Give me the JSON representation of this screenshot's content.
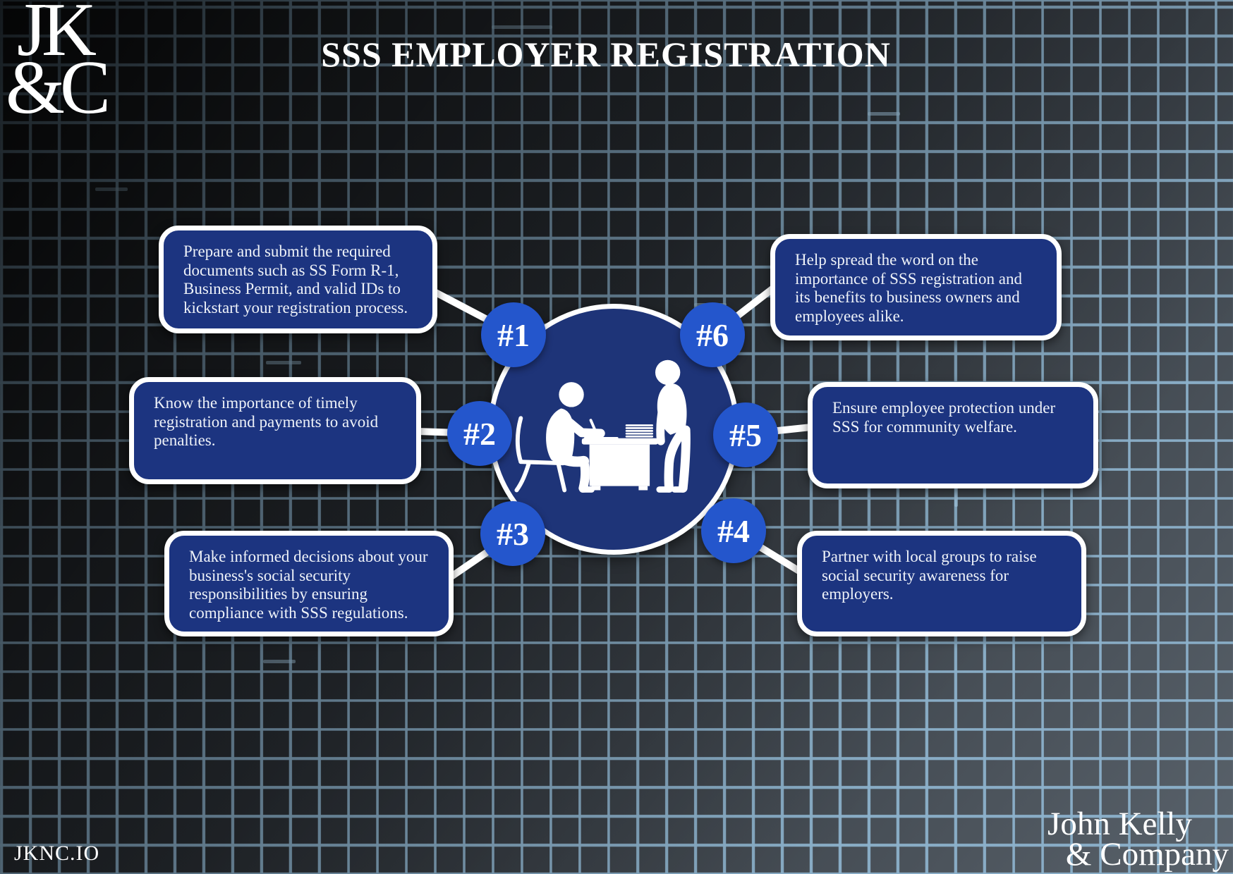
{
  "title": "SSS EMPLOYER REGISTRATION",
  "brand": {
    "monogram_line1": "JK",
    "monogram_line2": "&C",
    "website": "JKNC.IO",
    "company_line1": "John Kelly",
    "company_line2": "& Company"
  },
  "steps": [
    {
      "id": "#1",
      "text": "Prepare and submit the required documents such as SS Form R-1, Business Permit, and valid IDs to kickstart your registration process."
    },
    {
      "id": "#2",
      "text": "Know the importance of timely registration and payments to avoid penalties."
    },
    {
      "id": "#3",
      "text": "Make informed decisions about your business's social security responsibilities by ensuring compliance with SSS regulations."
    },
    {
      "id": "#4",
      "text": "Partner with local groups to raise social security awareness for employers."
    },
    {
      "id": "#5",
      "text": "Ensure employee protection under SSS for community welfare."
    },
    {
      "id": "#6",
      "text": "Help spread the word on the importance of SSS registration and its benefits to business owners and employees alike."
    }
  ],
  "center": {
    "icon": "registration-desk-people-icon"
  },
  "colors": {
    "box_fill": "#1c3480",
    "badge_fill": "#2456cc",
    "circle_fill": "#1e3478",
    "grid_line": "#8cb1cb",
    "accent_white": "#ffffff"
  }
}
